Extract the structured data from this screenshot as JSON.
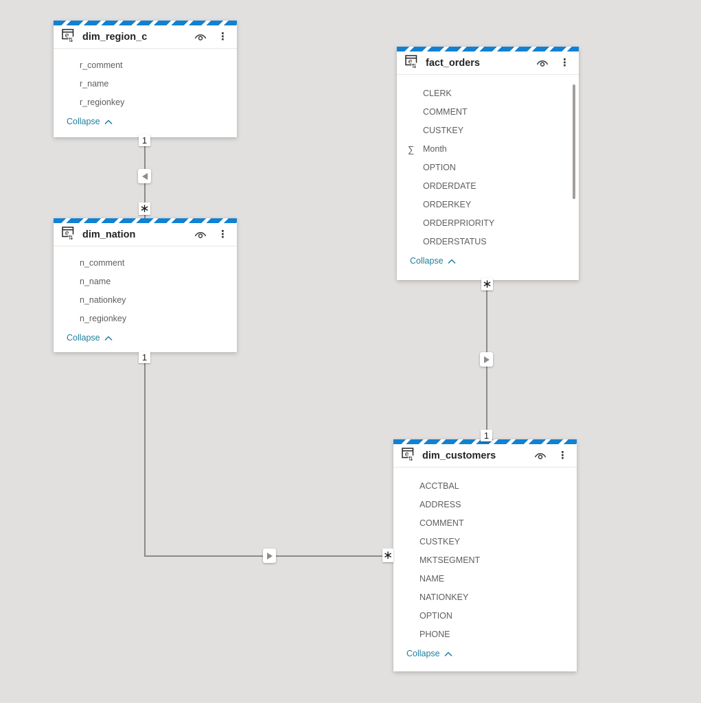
{
  "colors": {
    "canvas_bg": "#e1e0de",
    "card_bg": "#ffffff",
    "stripe_blue": "#1181d2",
    "title_text": "#252423",
    "field_text": "#605e5c",
    "collapse_link": "#1f7e9f",
    "relationship_line": "#8a8a8a"
  },
  "icons": {
    "more_glyph": "⋮",
    "sum_glyph": "∑"
  },
  "tables": [
    {
      "title": "dim_region_c",
      "collapse_label": "Collapse",
      "fields": [
        {
          "name": "r_comment"
        },
        {
          "name": "r_name"
        },
        {
          "name": "r_regionkey"
        }
      ]
    },
    {
      "title": "fact_orders",
      "collapse_label": "Collapse",
      "fields": [
        {
          "name": "CLERK"
        },
        {
          "name": "COMMENT"
        },
        {
          "name": "CUSTKEY"
        },
        {
          "name": "Month",
          "aggregate_icon": "∑"
        },
        {
          "name": "OPTION"
        },
        {
          "name": "ORDERDATE"
        },
        {
          "name": "ORDERKEY"
        },
        {
          "name": "ORDERPRIORITY"
        },
        {
          "name": "ORDERSTATUS"
        }
      ]
    },
    {
      "title": "dim_nation",
      "collapse_label": "Collapse",
      "fields": [
        {
          "name": "n_comment"
        },
        {
          "name": "n_name"
        },
        {
          "name": "n_nationkey"
        },
        {
          "name": "n_regionkey"
        }
      ]
    },
    {
      "title": "dim_customers",
      "collapse_label": "Collapse",
      "fields": [
        {
          "name": "ACCTBAL"
        },
        {
          "name": "ADDRESS"
        },
        {
          "name": "COMMENT"
        },
        {
          "name": "CUSTKEY"
        },
        {
          "name": "MKTSEGMENT"
        },
        {
          "name": "NAME"
        },
        {
          "name": "NATIONKEY"
        },
        {
          "name": "OPTION"
        },
        {
          "name": "PHONE"
        }
      ]
    }
  ],
  "relationships": [
    {
      "from_table": "dim_region_c",
      "from_cardinality": "1",
      "to_table": "dim_nation",
      "to_cardinality": "∗",
      "filter_arrow": "left"
    },
    {
      "from_table": "fact_orders",
      "from_cardinality": "∗",
      "to_table": "dim_customers",
      "to_cardinality": "1",
      "filter_arrow": "right"
    },
    {
      "from_table": "dim_nation",
      "from_cardinality": "1",
      "to_table": "dim_customers",
      "to_cardinality": "∗",
      "filter_arrow": "right"
    }
  ]
}
